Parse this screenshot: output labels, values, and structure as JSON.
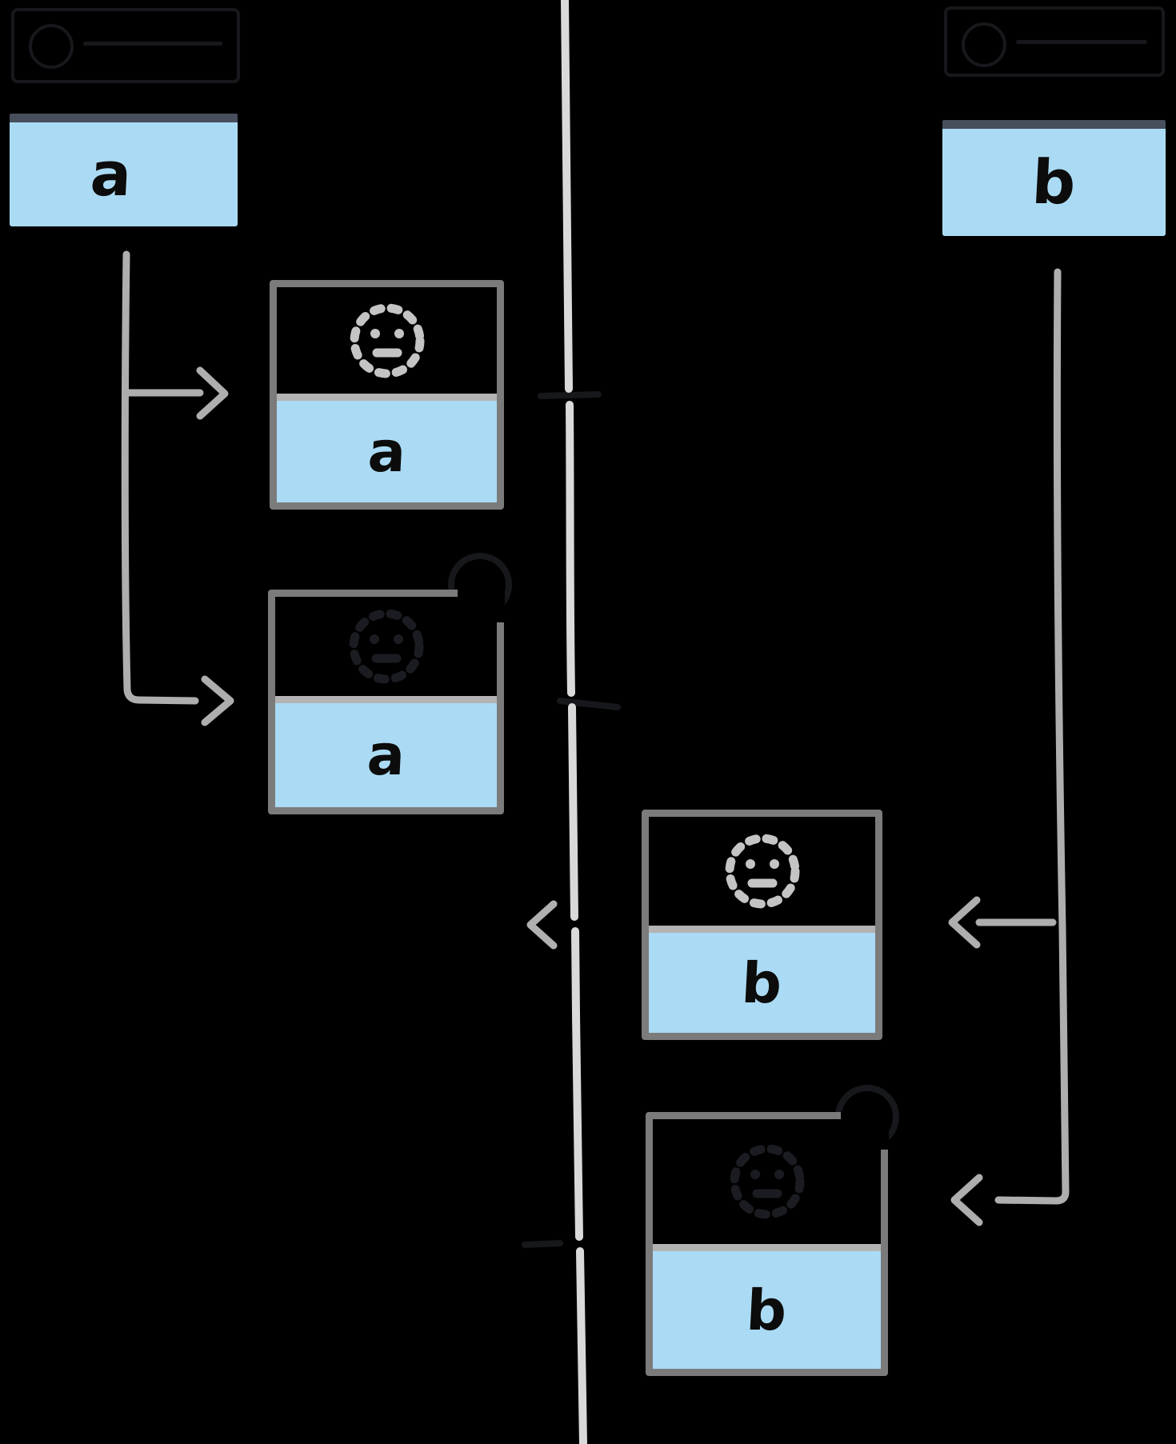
{
  "diagram": {
    "background": "#000000",
    "palette": {
      "background": "#000000",
      "box_fill": "#abdbf4",
      "header_bar": "#474e5c",
      "box_border": "#7b7b7b",
      "divider": "#b3b3b3",
      "connector": "#aeaeae",
      "timeline": "#d9d9d9",
      "letter": "#0c0c0c",
      "icon": "#c4c4c4",
      "ghost": "#17181c"
    },
    "branch_a": {
      "head_letter": "a",
      "commit1_letter": "a",
      "commit2_letter": "a"
    },
    "branch_b": {
      "head_letter": "b",
      "commit1_letter": "b",
      "commit2_letter": "b"
    },
    "icons": {
      "pending_commit": "dashed-smiley-icon",
      "ghost_commit": "ghost-smiley-icon"
    }
  }
}
